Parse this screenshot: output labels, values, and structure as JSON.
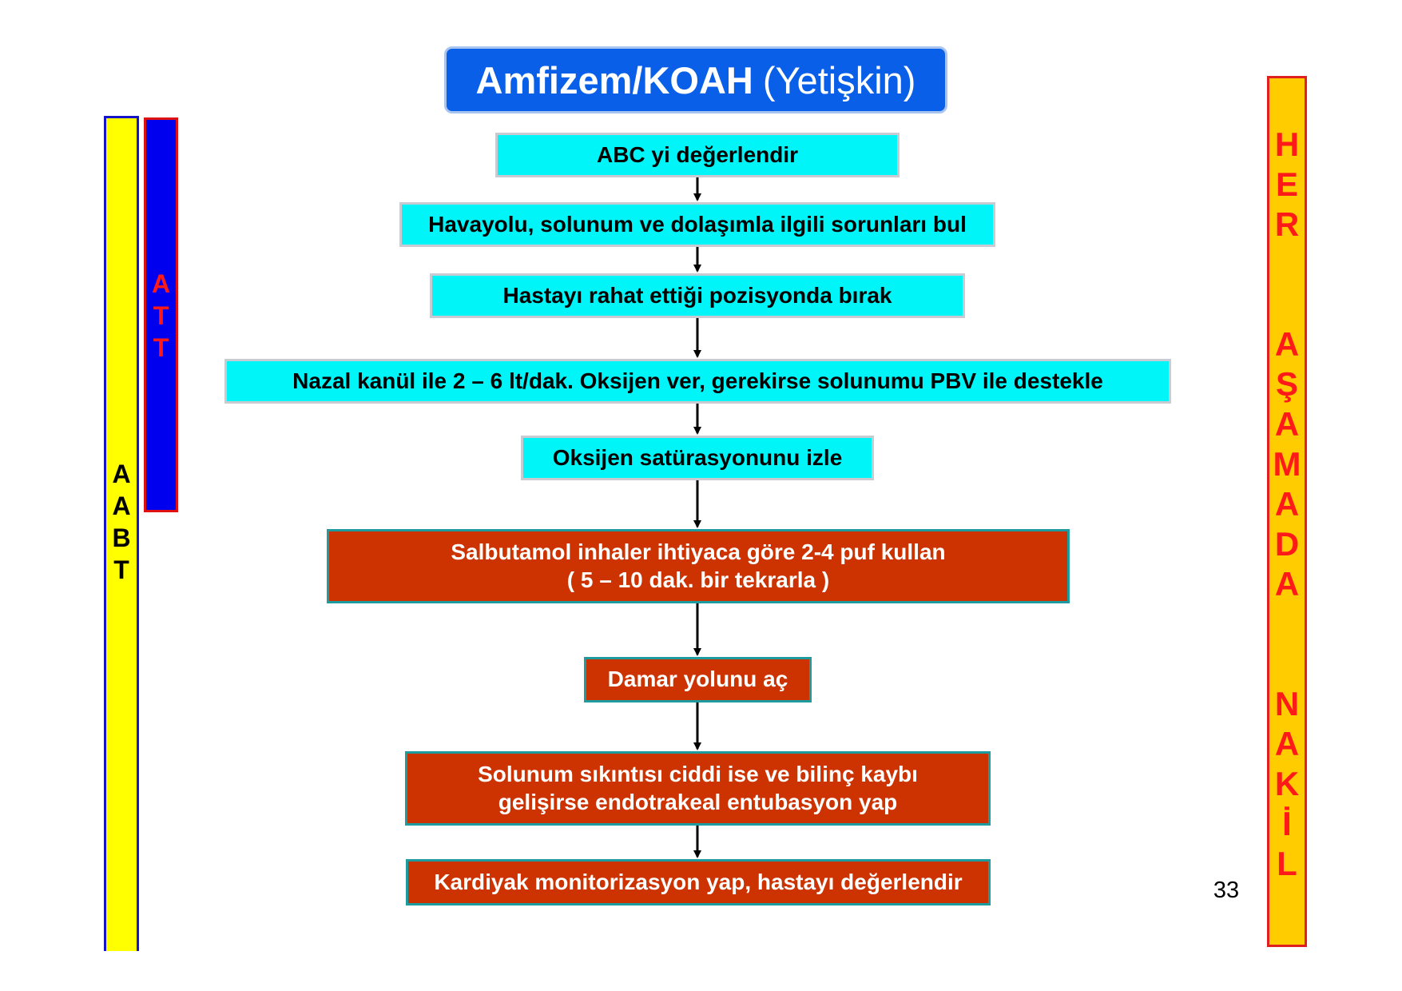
{
  "title": {
    "bold": "Amfizem/KOAH",
    "normal": "(Yetişkin)"
  },
  "steps": [
    {
      "text": "ABC yi değerlendir"
    },
    {
      "text": "Havayolu, solunum ve dolaşımla ilgili sorunları bul"
    },
    {
      "text": "Hastayı rahat ettiği pozisyonda bırak"
    },
    {
      "text": "Nazal kanül ile 2 – 6 lt/dak. Oksijen ver, gerekirse solunumu PBV ile destekle"
    },
    {
      "text": "Oksijen satürasyonunu izle"
    },
    {
      "line1": "Salbutamol inhaler ihtiyaca göre 2-4 puf  kullan",
      "line2": "( 5 – 10 dak. bir tekrarla )"
    },
    {
      "text": "Damar yolunu aç"
    },
    {
      "line1": "Solunum sıkıntısı ciddi ise ve bilinç kaybı",
      "line2": "gelişirse endotrakeal entubasyon yap"
    },
    {
      "text": "Kardiyak monitorizasyon yap, hastayı değerlendir"
    }
  ],
  "side_bars": {
    "abt": [
      "A",
      "A",
      "B",
      "T"
    ],
    "att": [
      "A",
      "T",
      "T"
    ],
    "her": {
      "word1": [
        "H",
        "E",
        "R"
      ],
      "word2": [
        "A",
        "Ş",
        "A",
        "M",
        "A",
        "D",
        "A"
      ],
      "word3": [
        "N",
        "A",
        "K",
        "İ",
        "L"
      ]
    }
  },
  "page_number": "33",
  "colors": {
    "title_bg": "#0a5fe8",
    "cyan_box": "#00f5f8",
    "red_box": "#cc3300",
    "abt_bar": "#ffff00",
    "att_bar": "#0000ee",
    "her_bar": "#ffcc00",
    "bar_text_red": "#ff1a1a"
  }
}
